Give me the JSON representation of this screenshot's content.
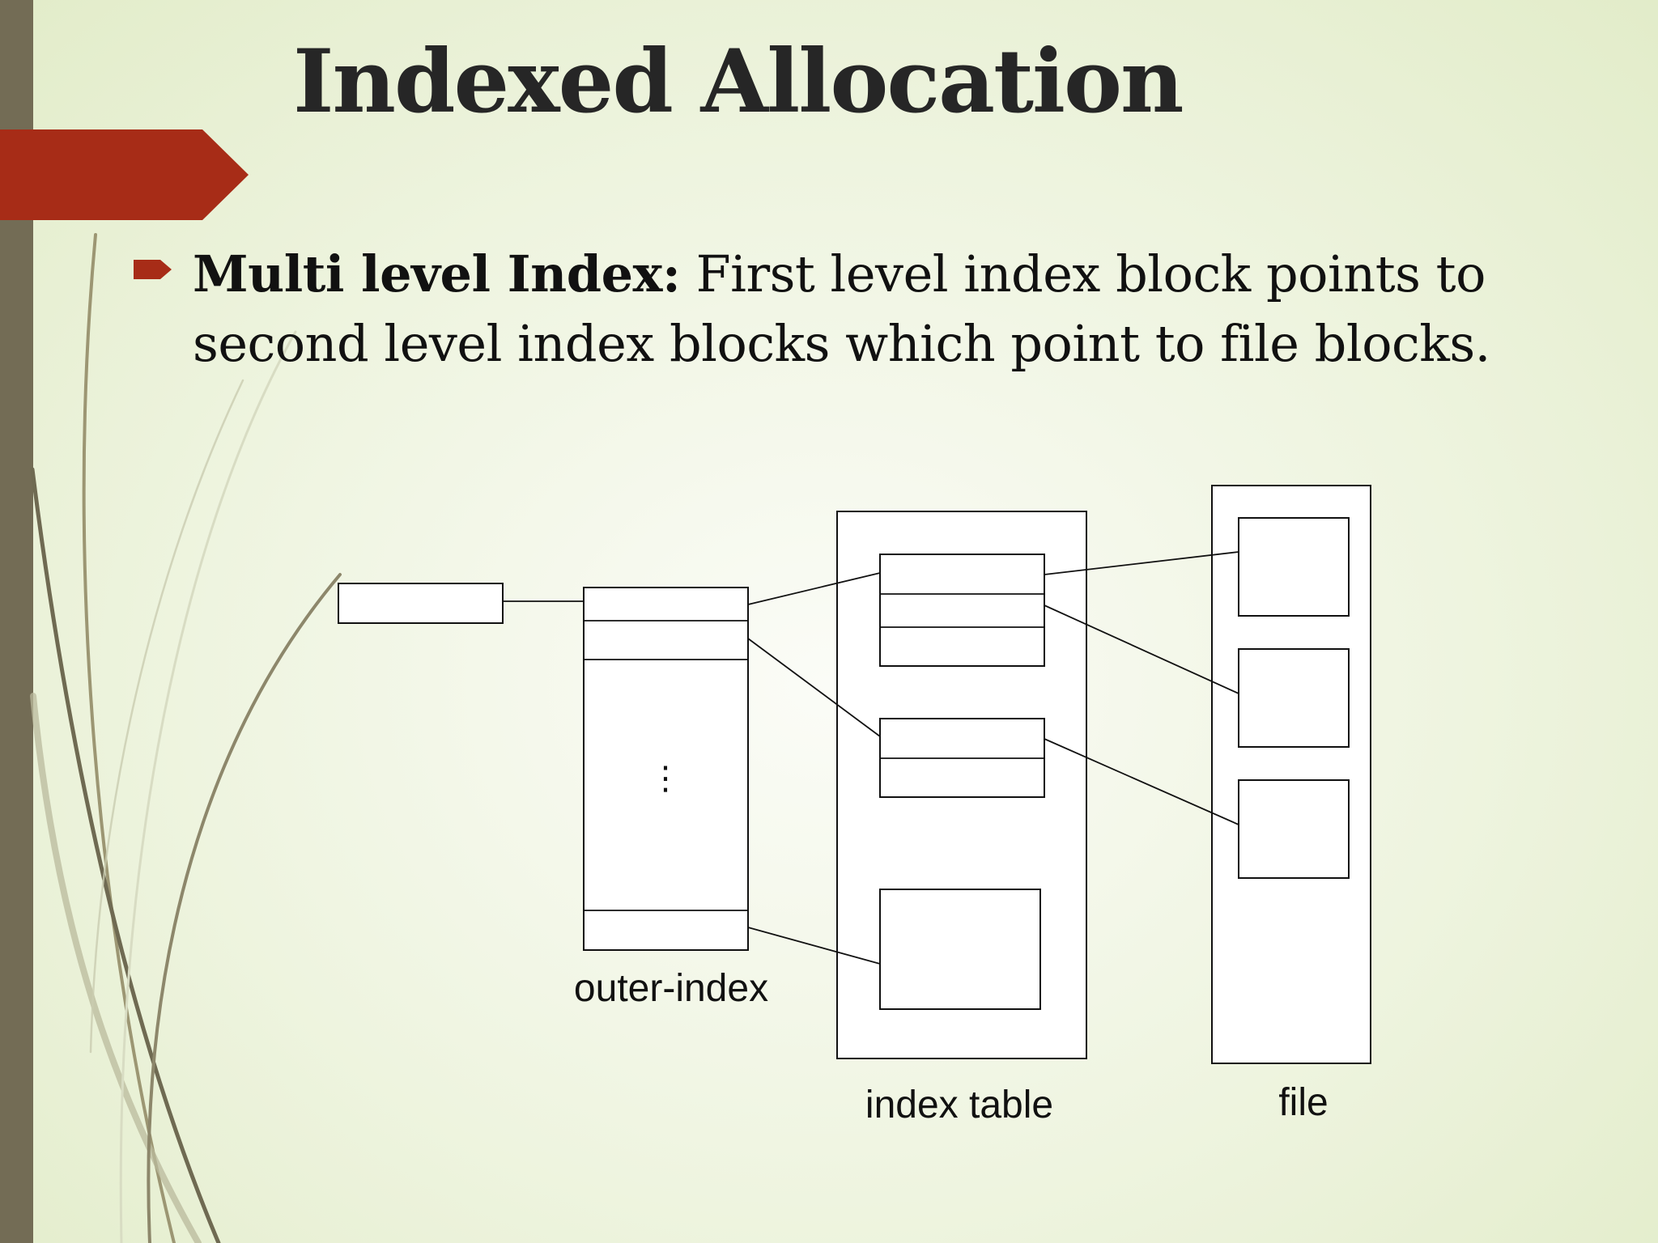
{
  "title": "Indexed Allocation",
  "bullet": {
    "lead": "Multi level Index:",
    "text": "First level index block points to second level index blocks which point to file blocks."
  },
  "diagram": {
    "labels": {
      "outer_index": "outer-index",
      "index_table": "index table",
      "file": "file"
    },
    "ellipsis": "⋮"
  },
  "colors": {
    "accent": "#a72c17",
    "sidebar": "#736c55",
    "title_text": "#262626"
  }
}
